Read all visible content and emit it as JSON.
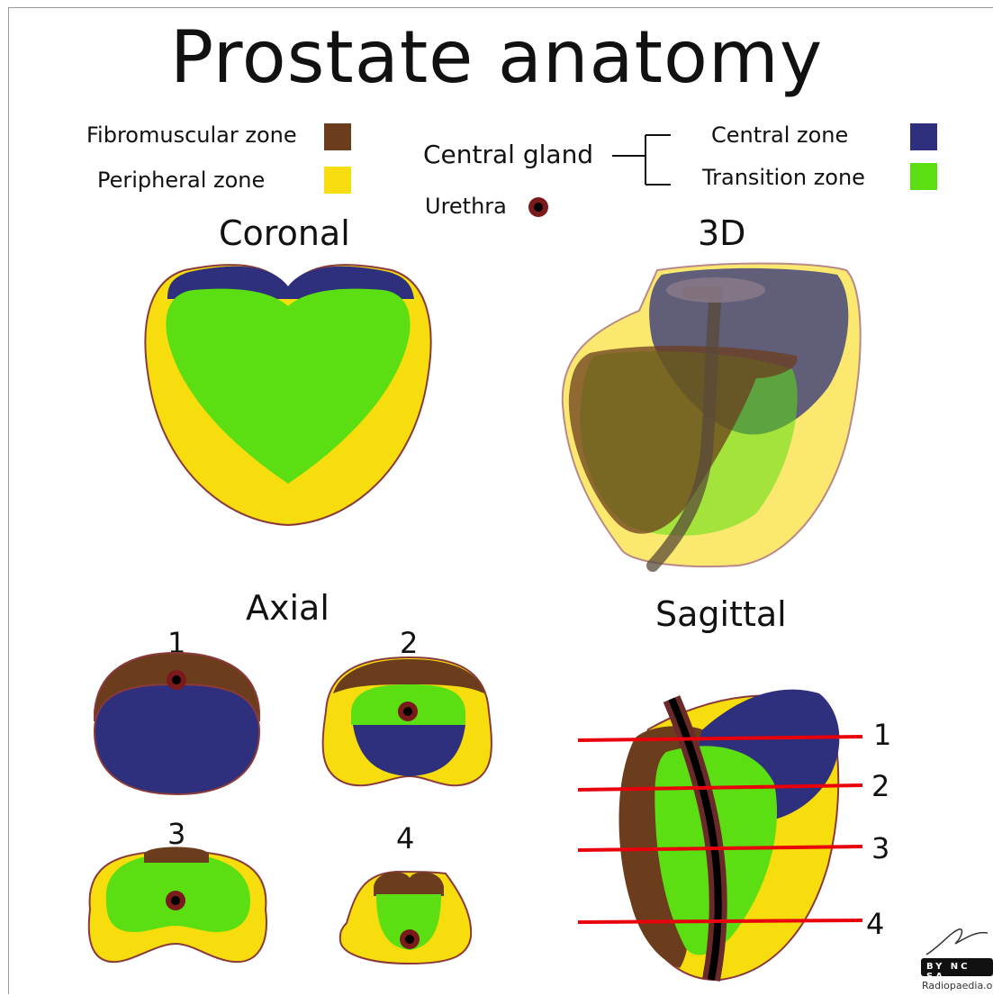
{
  "title": "Prostate anatomy",
  "legend": {
    "fibromuscular": "Fibromuscular zone",
    "peripheral": "Peripheral zone",
    "central_gland": "Central gland",
    "urethra": "Urethra",
    "central": "Central zone",
    "transition": "Transition zone"
  },
  "colors": {
    "fibromuscular": "#6b3d1d",
    "peripheral": "#f7dc0e",
    "central": "#2e2f7d",
    "transition": "#5bde12",
    "outline": "#8b3a3a",
    "cut_line": "#e8000b"
  },
  "views": {
    "coronal": "Coronal",
    "three_d": "3D",
    "axial": "Axial",
    "sagittal": "Sagittal"
  },
  "axial_labels": [
    "1",
    "2",
    "3",
    "4"
  ],
  "sagittal_labels": [
    "1",
    "2",
    "3",
    "4"
  ],
  "footer": {
    "license": "BY NC SA",
    "source": "Radiopaedia.org"
  }
}
